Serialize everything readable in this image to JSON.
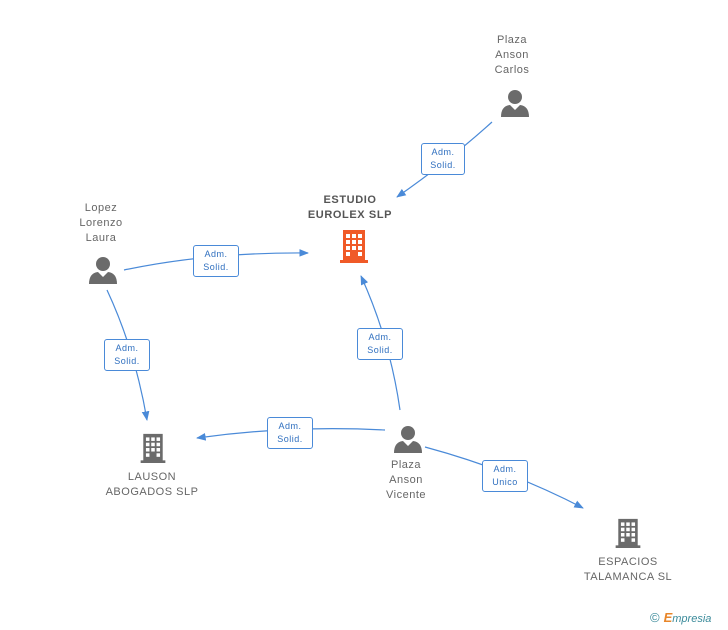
{
  "nodes": {
    "estudio": {
      "name_line1": "ESTUDIO",
      "name_line2": "EUROLEX SLP",
      "type": "company",
      "color": "#f05a28"
    },
    "plaza_carlos": {
      "line1": "Plaza",
      "line2": "Anson",
      "line3": "Carlos",
      "type": "person"
    },
    "lopez": {
      "line1": "Lopez",
      "line2": "Lorenzo",
      "line3": "Laura",
      "type": "person"
    },
    "lauson": {
      "name_line1": "LAUSON",
      "name_line2": "ABOGADOS SLP",
      "type": "company"
    },
    "plaza_vicente": {
      "line1": "Plaza",
      "line2": "Anson",
      "line3": "Vicente",
      "type": "person"
    },
    "espacios": {
      "name_line1": "ESPACIOS",
      "name_line2": "TALAMANCA SL",
      "type": "company"
    }
  },
  "edges": {
    "carlos_estudio": {
      "line1": "Adm.",
      "line2": "Solid."
    },
    "lopez_estudio": {
      "line1": "Adm.",
      "line2": "Solid."
    },
    "lopez_lauson": {
      "line1": "Adm.",
      "line2": "Solid."
    },
    "vicente_estudio": {
      "line1": "Adm.",
      "line2": "Solid."
    },
    "vicente_lauson": {
      "line1": "Adm.",
      "line2": "Solid."
    },
    "vicente_espacios": {
      "line1": "Adm.",
      "line2": "Unico"
    }
  },
  "colors": {
    "edge": "#4a8ad8",
    "icon_gray": "#6b6b6b",
    "main_company": "#f05a28"
  },
  "footer": {
    "copyright": "©",
    "brand_initial": "E",
    "brand_rest": "mpresia"
  }
}
